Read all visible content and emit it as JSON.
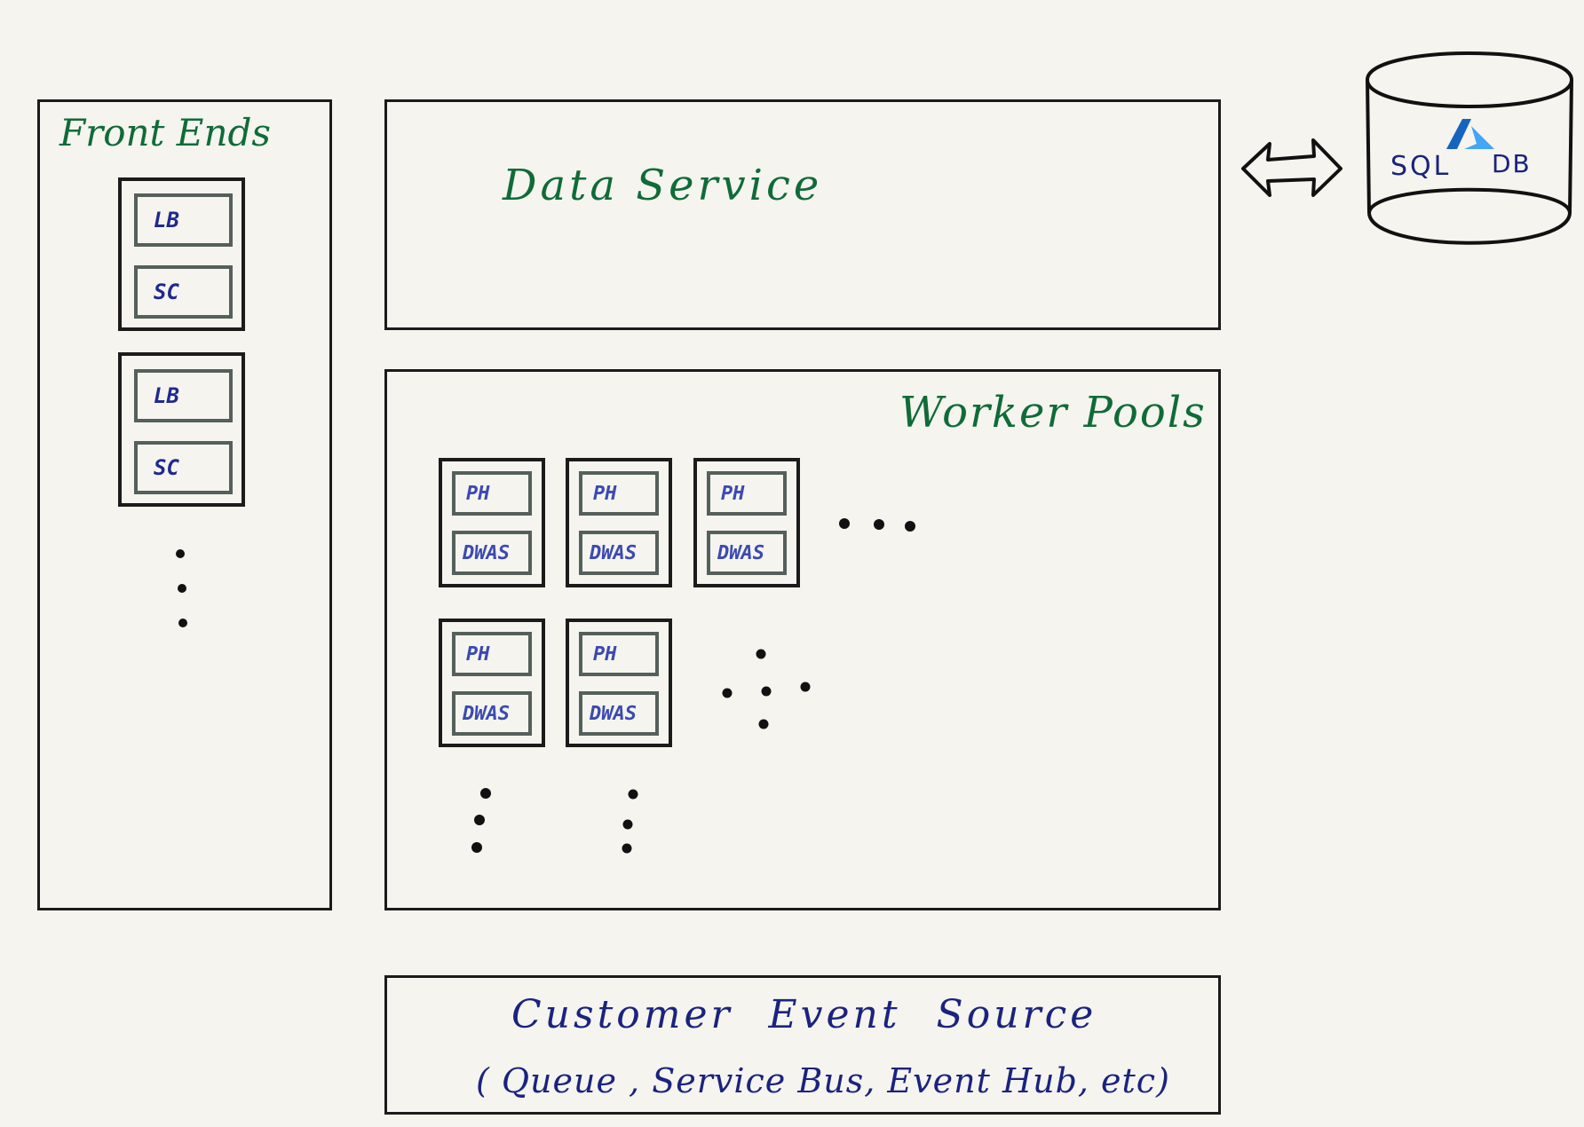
{
  "front_ends": {
    "title": "Front Ends",
    "groups": [
      {
        "lb": "LB",
        "sc": "SC"
      },
      {
        "lb": "LB",
        "sc": "SC"
      }
    ]
  },
  "data_service": {
    "title": "Data Service"
  },
  "database": {
    "label_left": "SQL",
    "label_right": "DB"
  },
  "worker_pools": {
    "title": "Worker Pools",
    "workers": [
      {
        "ph": "PH",
        "dwas": "DWAS"
      },
      {
        "ph": "PH",
        "dwas": "DWAS"
      },
      {
        "ph": "PH",
        "dwas": "DWAS"
      },
      {
        "ph": "PH",
        "dwas": "DWAS"
      },
      {
        "ph": "PH",
        "dwas": "DWAS"
      }
    ]
  },
  "event_source": {
    "title": "Customer Event Source",
    "subtitle": "( Queue , Service Bus, Event Hub, etc)"
  },
  "colors": {
    "title_green": "#0f6b38",
    "label_navy": "#1a237e",
    "azure_blue": "#1e88e5"
  }
}
